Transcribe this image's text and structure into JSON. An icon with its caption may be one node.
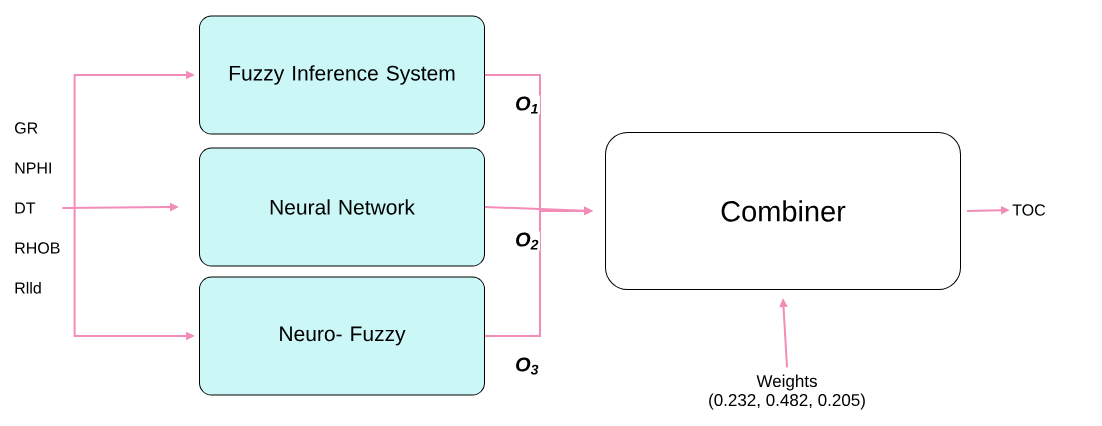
{
  "diagram": {
    "nodes": [
      {
        "text": [
          "GR",
          "NPHI",
          "DT",
          "RHOB",
          "Rlld"
        ]
      },
      {
        "text": [
          "Fuzzy Inference System"
        ]
      },
      {
        "text": [
          "Neural Network"
        ]
      },
      {
        "text": [
          "Neuro- Fuzzy"
        ]
      },
      {
        "text": [
          "Combiner"
        ]
      },
      {
        "text": [
          "TOC"
        ]
      },
      {
        "text": [
          "Weights",
          "(0.232, 0.482, 0.205)"
        ]
      }
    ],
    "edges": [
      {
        "from": 0,
        "to": 1,
        "arrow": "to"
      },
      {
        "from": 0,
        "to": 2,
        "arrow": "to"
      },
      {
        "from": 0,
        "to": 3,
        "arrow": "to"
      },
      {
        "from": 1,
        "to": 4,
        "arrow": "to",
        "label": "O$_{1}$"
      },
      {
        "from": 2,
        "to": 4,
        "arrow": "to",
        "label": "O$_{2}$"
      },
      {
        "from": 3,
        "to": 4,
        "arrow": "to",
        "label": "O$_{3}$"
      },
      {
        "from": 4,
        "to": 5,
        "arrow": "to"
      },
      {
        "from": 6,
        "to": 4,
        "arrow": "to"
      }
    ]
  }
}
